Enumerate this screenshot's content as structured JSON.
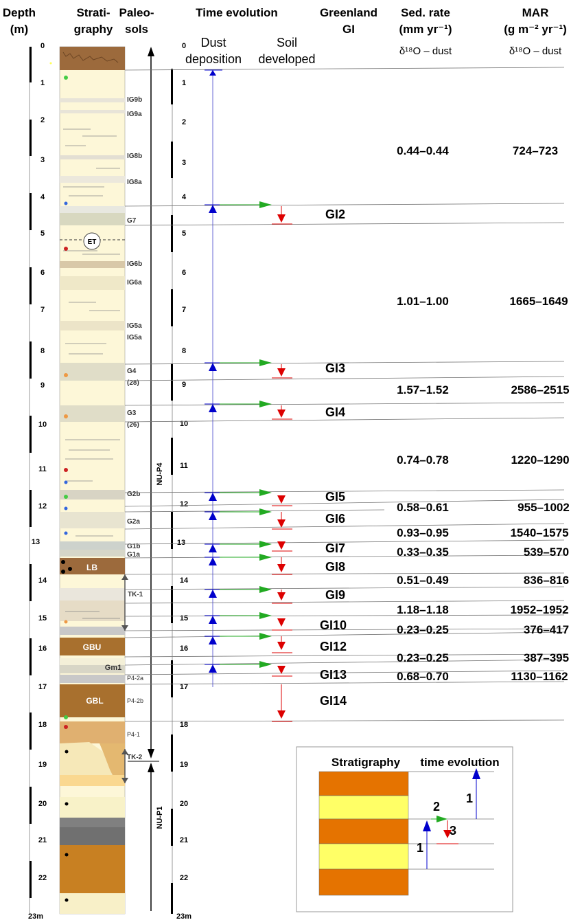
{
  "headers": {
    "depth_line1": "Depth",
    "depth_line2": "(m)",
    "strat_line1": "Strati-",
    "strat_line2": "graphy",
    "paleo_line1": "Paleo-",
    "paleo_line2": "sols",
    "time_evolution": "Time evolution",
    "dust_line1": "Dust",
    "dust_line2": "deposition",
    "soil_line1": "Soil",
    "soil_line2": "developed",
    "greenland_line1": "Greenland",
    "greenland_line2": "GI",
    "sed_line1": "Sed. rate",
    "sed_line2": "(mm yr⁻¹)",
    "sed_line3": "δ¹⁸O – dust",
    "mar_line1": "MAR",
    "mar_line2": "(g m⁻² yr⁻¹)",
    "mar_line3": "δ¹⁸O – dust"
  },
  "depth_ticks": [
    "0",
    "1",
    "2",
    "3",
    "4",
    "5",
    "6",
    "7",
    "8",
    "9",
    "10",
    "11",
    "12",
    "13",
    "14",
    "15",
    "16",
    "17",
    "18",
    "19",
    "20",
    "21",
    "22",
    "23m"
  ],
  "paleosol_labels": [
    "IG9b",
    "IG9a",
    "IG8b",
    "IG8a",
    "G7",
    "IG6b",
    "IG6a",
    "IG5a",
    "IG5a",
    "G4",
    "(28)",
    "G3",
    "(26)",
    "G2b",
    "G2a",
    "G1b",
    "G1a",
    "TK-1",
    "P4-2a",
    "P4-2b",
    "P4-1",
    "TK-2"
  ],
  "strat_unit_labels": [
    "ET",
    "LB",
    "GBU",
    "Gm1",
    "GBL"
  ],
  "pedocomplex_labels": [
    "NU-P4",
    "NU-P1"
  ],
  "gi_labels": [
    "GI2",
    "GI3",
    "GI4",
    "GI5",
    "GI6",
    "GI7",
    "GI8",
    "GI9",
    "GI10",
    "GI12",
    "GI13",
    "GI14"
  ],
  "sed_rates": [
    "0.44–0.44",
    "1.01–1.00",
    "1.57–1.52",
    "0.74–0.78",
    "0.58–0.61",
    "0.93–0.95",
    "0.33–0.35",
    "0.51–0.49",
    "1.18–1.18",
    "0.23–0.25",
    "0.23–0.25",
    "0.68–0.70"
  ],
  "mar_values": [
    "724–723",
    "1665–1649",
    "2586–2515",
    "1220–1290",
    "955–1002",
    "1540–1575",
    "539–570",
    "836–816",
    "1952–1952",
    "376–417",
    "387–395",
    "1130–1162"
  ],
  "legend": {
    "title_left": "Stratigraphy",
    "title_right": "time evolution",
    "step_labels": [
      "1",
      "2",
      "3",
      "1"
    ],
    "colors": {
      "soil": "#e57300",
      "loess": "#ffff66"
    }
  },
  "colors": {
    "dust_arrow": "#0000cc",
    "transition_arrow": "#22aa22",
    "soil_arrow": "#dd0000",
    "loess_bg": "#fdf7d8",
    "soil_brown": "#a0662e"
  }
}
